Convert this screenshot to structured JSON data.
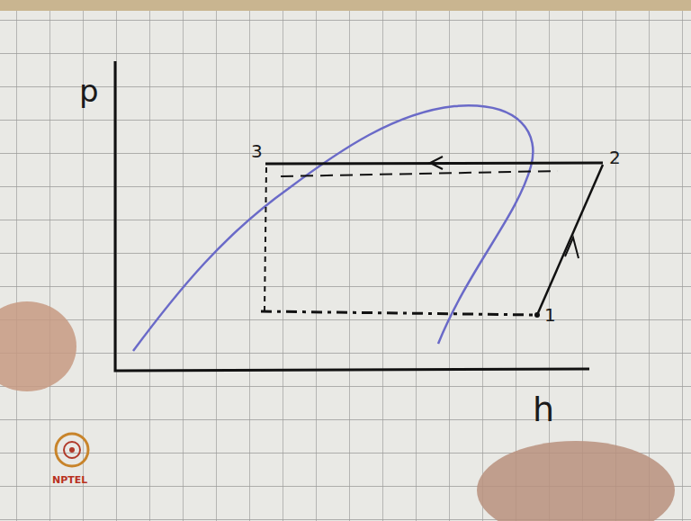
{
  "diagram": {
    "labels": [
      "p",
      "3",
      "2",
      "1",
      "h",
      "NPTEL"
    ]
  }
}
